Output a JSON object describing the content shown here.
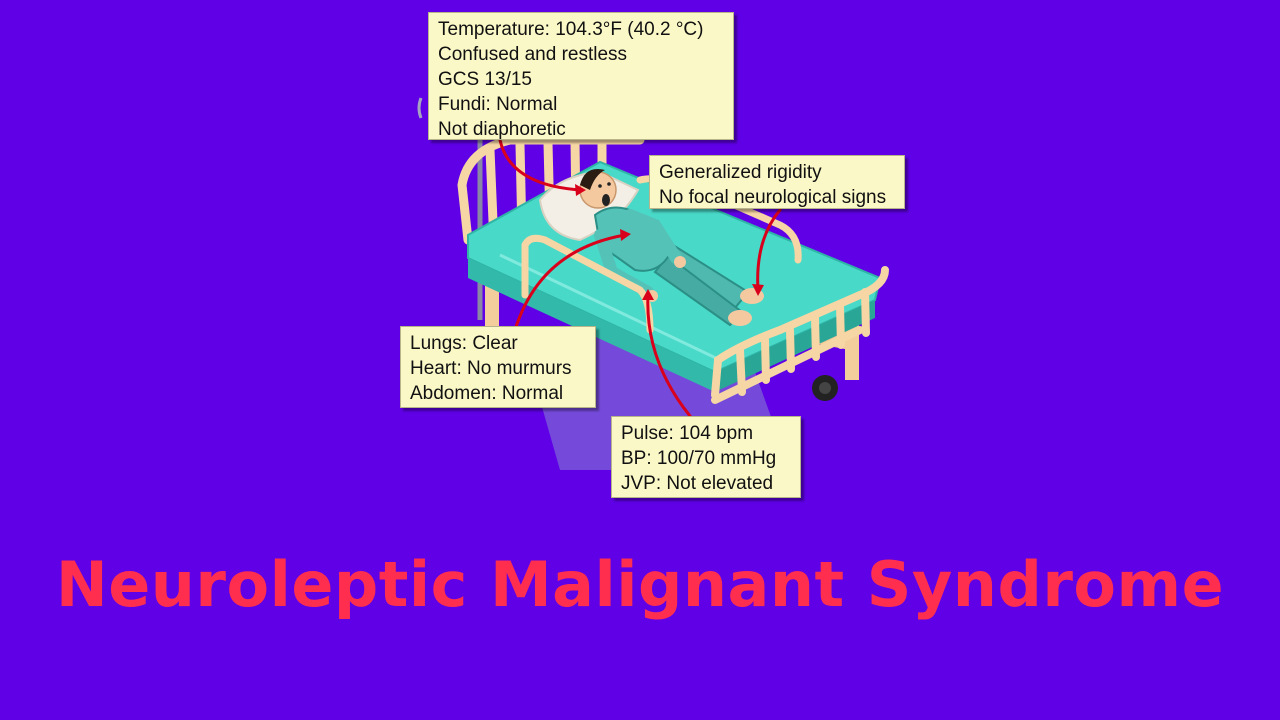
{
  "notes": {
    "head": {
      "lines": [
        "Temperature: 104.3°F (40.2 °C)",
        "Confused and restless",
        "GCS 13/15",
        "Fundi: Normal",
        "Not diaphoretic"
      ]
    },
    "neuro": {
      "lines": [
        "Generalized rigidity",
        "No focal neurological signs"
      ]
    },
    "exam": {
      "lines": [
        "Lungs: Clear",
        "Heart: No murmurs",
        "Abdomen: Normal"
      ]
    },
    "vitals": {
      "lines": [
        "Pulse: 104 bpm",
        "BP: 100/70 mmHg",
        "JVP: Not elevated"
      ]
    }
  },
  "title": "Neuroleptic Malignant Syndrome",
  "colors": {
    "background": "#5f00e6",
    "title": "#ff2e4f",
    "note_background": "#fbf8c8",
    "connector": "#d9001b",
    "sheet": "#49d9c8",
    "bed_frame": "#f6d6a4"
  }
}
